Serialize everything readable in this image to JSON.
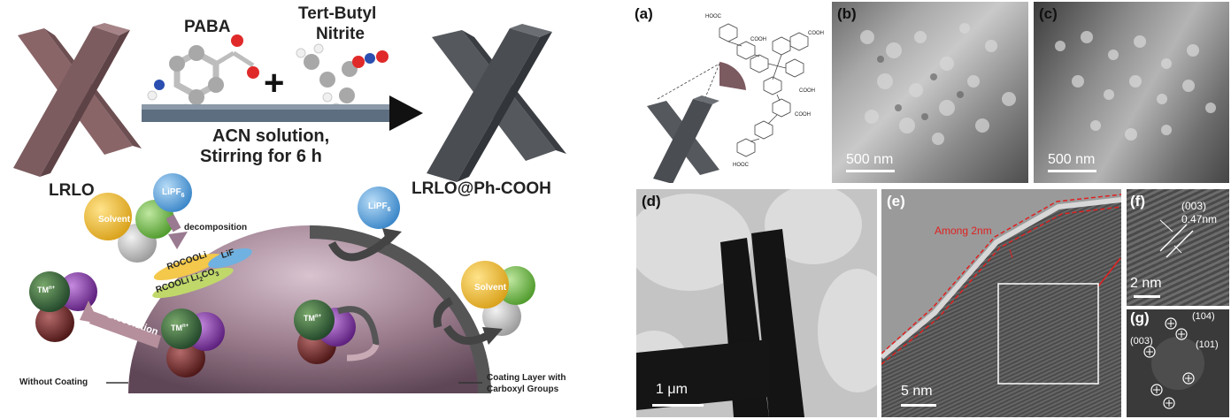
{
  "scheme": {
    "reagent1": "PABA",
    "reagent2_line1": "Tert-Butyl",
    "reagent2_line2": "Nitrite",
    "plus": "+",
    "cond_line1": "ACN solution,",
    "cond_line2": "Stirring for 6 h",
    "start_label": "LRLO",
    "product_label": "LRLO@Ph-COOH",
    "colors": {
      "lrlo": "#8a6568",
      "product": "#4a4d52",
      "arrow": "#111111"
    }
  },
  "mechanism": {
    "solvent": "Solvent",
    "lipf6": "LiPF",
    "lipf6_sub": "6",
    "decomposition": "decomposition",
    "sei_1": "ROCOOLi",
    "sei_2": "RCOOLi",
    "sei_3": "Li",
    "sei_3_sub1": "2",
    "sei_3_b": "CO",
    "sei_3_sub2": "3",
    "sei_4": "LiF",
    "tm": "TM",
    "tm_sup": "n+",
    "dissolution": "Dissolution",
    "without_coating": "Without Coating",
    "coating_line1": "Coating Layer with",
    "coating_line2": "Carboxyl Groups"
  },
  "panels": {
    "a": "(a)",
    "b": "(b)",
    "c": "(c)",
    "d": "(d)",
    "e": "(e)",
    "f": "(f)",
    "g": "(g)",
    "cooh": "COOH",
    "hooc": "HOOC",
    "b_scale": "500 nm",
    "c_scale": "500 nm",
    "d_scale": "1 μm",
    "e_scale": "5 nm",
    "e_annot": "Among 2nm",
    "f_scale": "2 nm",
    "f_plane": "(003)",
    "f_dist": "0.47nm",
    "g_104": "(104)",
    "g_003": "(003)",
    "g_101": "(101)"
  }
}
